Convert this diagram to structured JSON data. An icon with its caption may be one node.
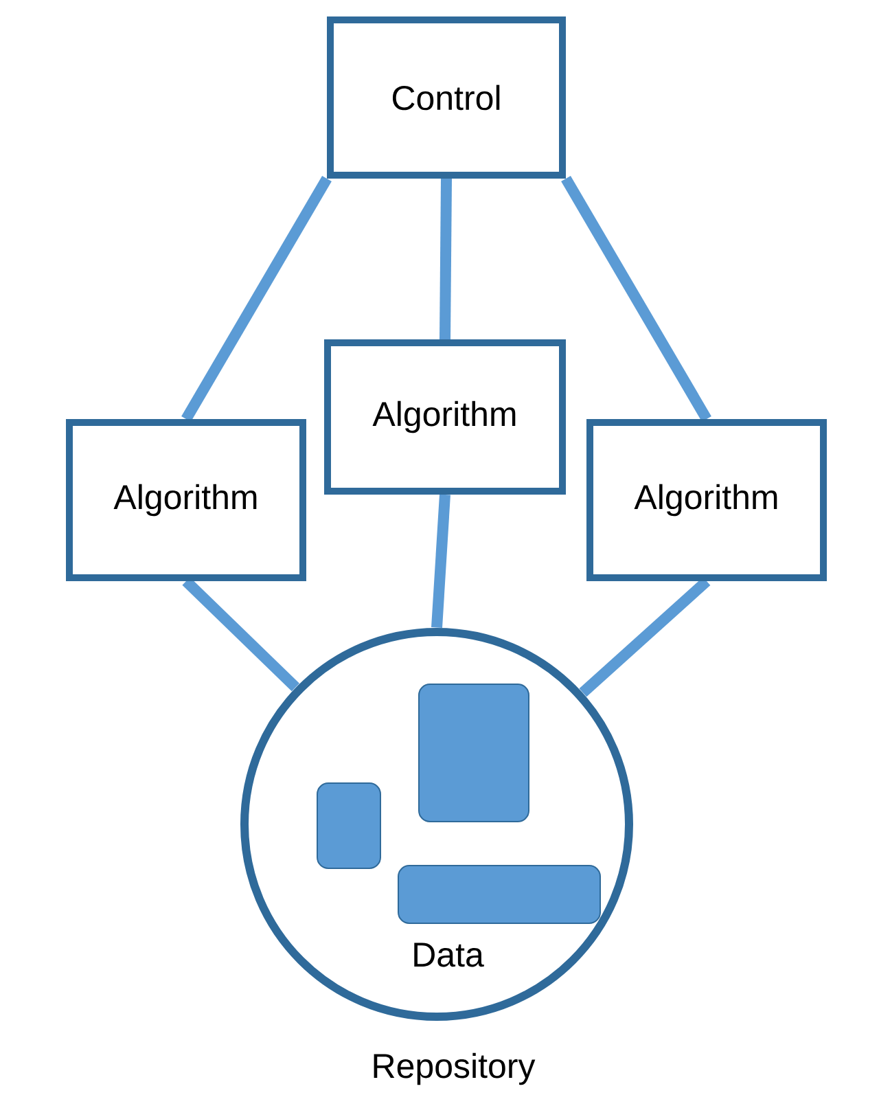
{
  "diagram": {
    "nodes": [
      {
        "text": [
          "Control"
        ]
      },
      {
        "text": [
          "Algorithm"
        ]
      },
      {
        "text": [
          "Algorithm"
        ]
      },
      {
        "text": [
          "Algorithm"
        ]
      },
      {
        "text": [
          "Data"
        ],
        "beside": [
          "Repository"
        ]
      }
    ],
    "edges": [
      {
        "from": 0,
        "to": 2,
        "arrow": "none"
      },
      {
        "from": 0,
        "to": 1,
        "arrow": "none"
      },
      {
        "from": 0,
        "to": 3,
        "arrow": "none"
      },
      {
        "from": 2,
        "to": 4,
        "arrow": "none"
      },
      {
        "from": 1,
        "to": 4,
        "arrow": "none"
      },
      {
        "from": 3,
        "to": 4,
        "arrow": "none"
      }
    ]
  }
}
